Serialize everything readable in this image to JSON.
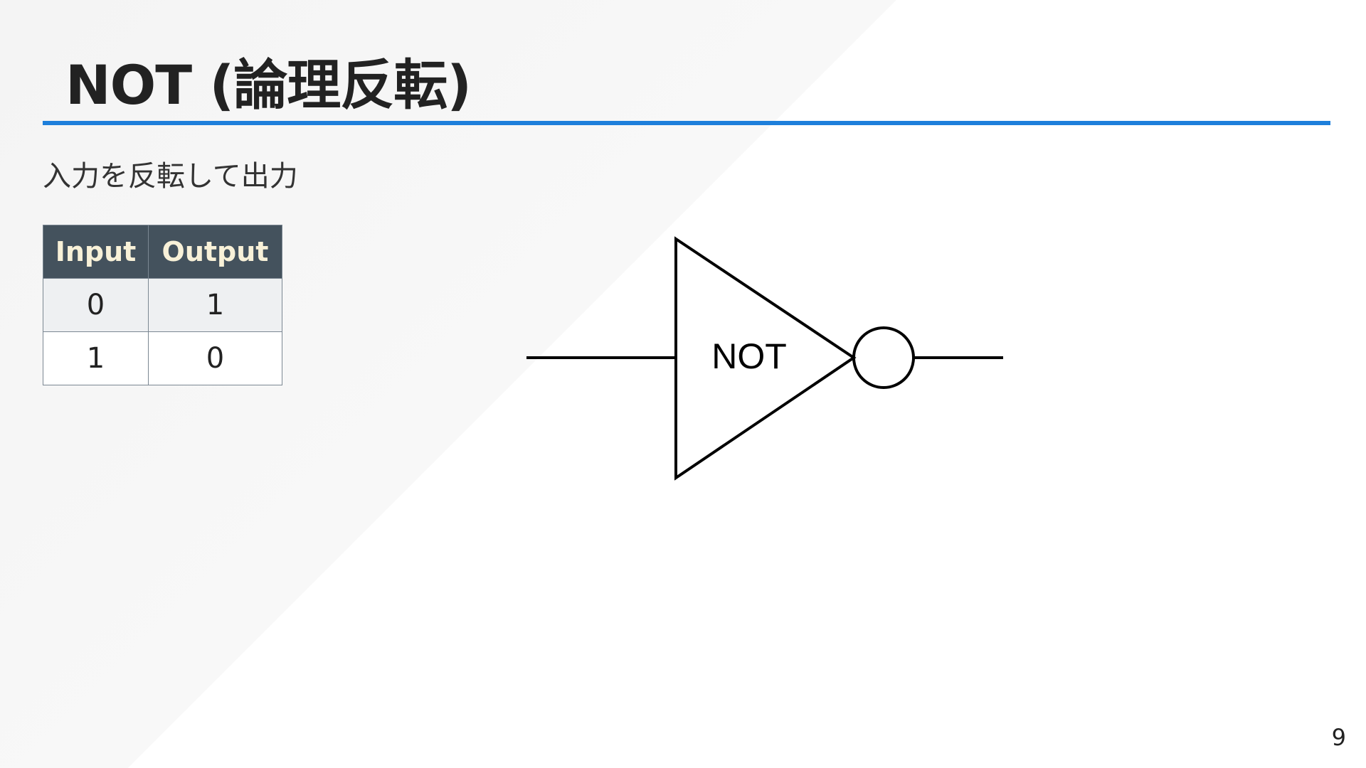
{
  "slide": {
    "title": "NOT (論理反転)",
    "subtitle": "入力を反転して出力",
    "page_number": "9"
  },
  "truth_table": {
    "headers": [
      "Input",
      "Output"
    ],
    "rows": [
      [
        "0",
        "1"
      ],
      [
        "1",
        "0"
      ]
    ]
  },
  "diagram": {
    "gate_label": "NOT"
  },
  "colors": {
    "accent_rule": "#1e7fdb",
    "table_header_bg": "#44525d",
    "table_header_text": "#f8f1d8"
  }
}
